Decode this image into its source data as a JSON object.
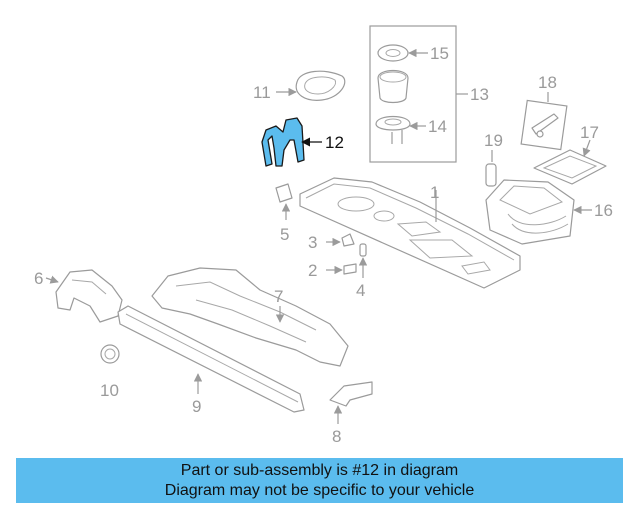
{
  "diagram": {
    "highlight_color": "#5bbcee",
    "callouts": {
      "c1": "1",
      "c2": "2",
      "c3": "3",
      "c4": "4",
      "c5": "5",
      "c6": "6",
      "c7": "7",
      "c8": "8",
      "c9": "9",
      "c10": "10",
      "c11": "11",
      "c12": "12",
      "c13": "13",
      "c14": "14",
      "c15": "15",
      "c16": "16",
      "c17": "17",
      "c18": "18",
      "c19": "19"
    }
  },
  "banner": {
    "line1": "Part or sub-assembly is #12 in diagram",
    "line2": "Diagram may not be specific to your vehicle"
  }
}
